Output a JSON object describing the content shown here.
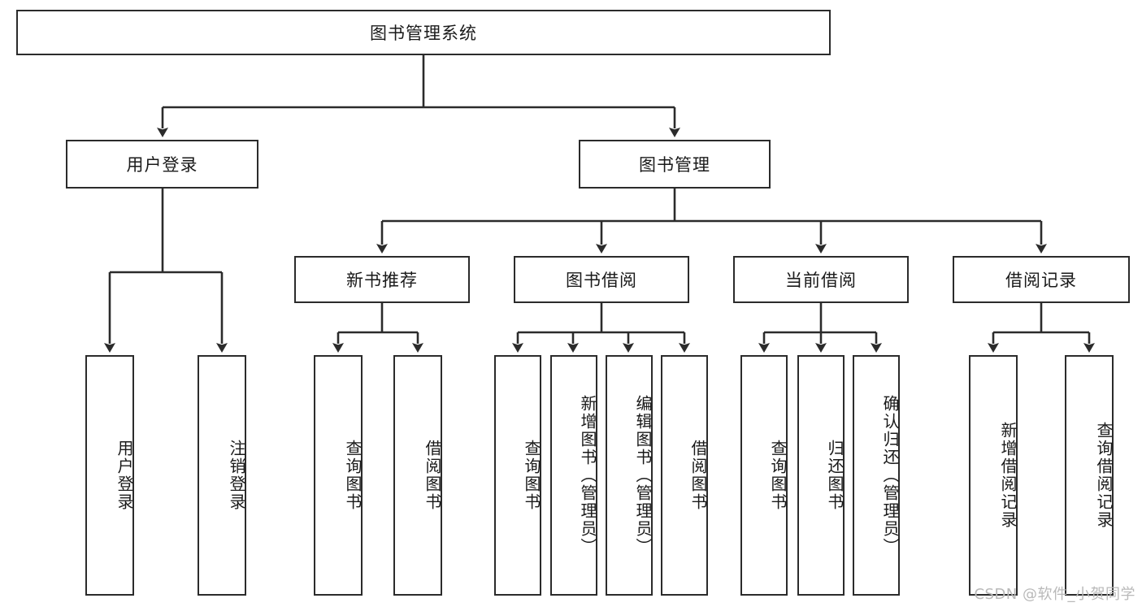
{
  "diagram": {
    "title": "图书管理系统",
    "type": "tree-hierarchy-diagram",
    "colors": {
      "box_border": "#2b2b2b",
      "box_fill": "#ffffff",
      "connector": "#2b2b2b",
      "background": "#ffffff",
      "watermark": "#b9b9b9"
    },
    "root": {
      "label": "图书管理系统"
    },
    "level1": [
      {
        "label": "用户登录"
      },
      {
        "label": "图书管理"
      }
    ],
    "level2": [
      {
        "label": "新书推荐"
      },
      {
        "label": "图书借阅"
      },
      {
        "label": "当前借阅"
      },
      {
        "label": "借阅记录"
      }
    ],
    "leaves": {
      "user_login": [
        {
          "label": "用户登录"
        },
        {
          "label": "注销登录"
        }
      ],
      "new_book_recommend": [
        {
          "label": "查询图书"
        },
        {
          "label": "借阅图书"
        }
      ],
      "book_borrow": [
        {
          "label": "查询图书"
        },
        {
          "label": "新增图书（管理员）"
        },
        {
          "label": "编辑图书（管理员）"
        },
        {
          "label": "借阅图书"
        }
      ],
      "current_borrow": [
        {
          "label": "查询图书"
        },
        {
          "label": "归还图书"
        },
        {
          "label": "确认归还（管理员）"
        }
      ],
      "borrow_record": [
        {
          "label": "新增借阅记录"
        },
        {
          "label": "查询借阅记录"
        }
      ]
    },
    "watermark": "CSDN @软件_小贺同学"
  }
}
